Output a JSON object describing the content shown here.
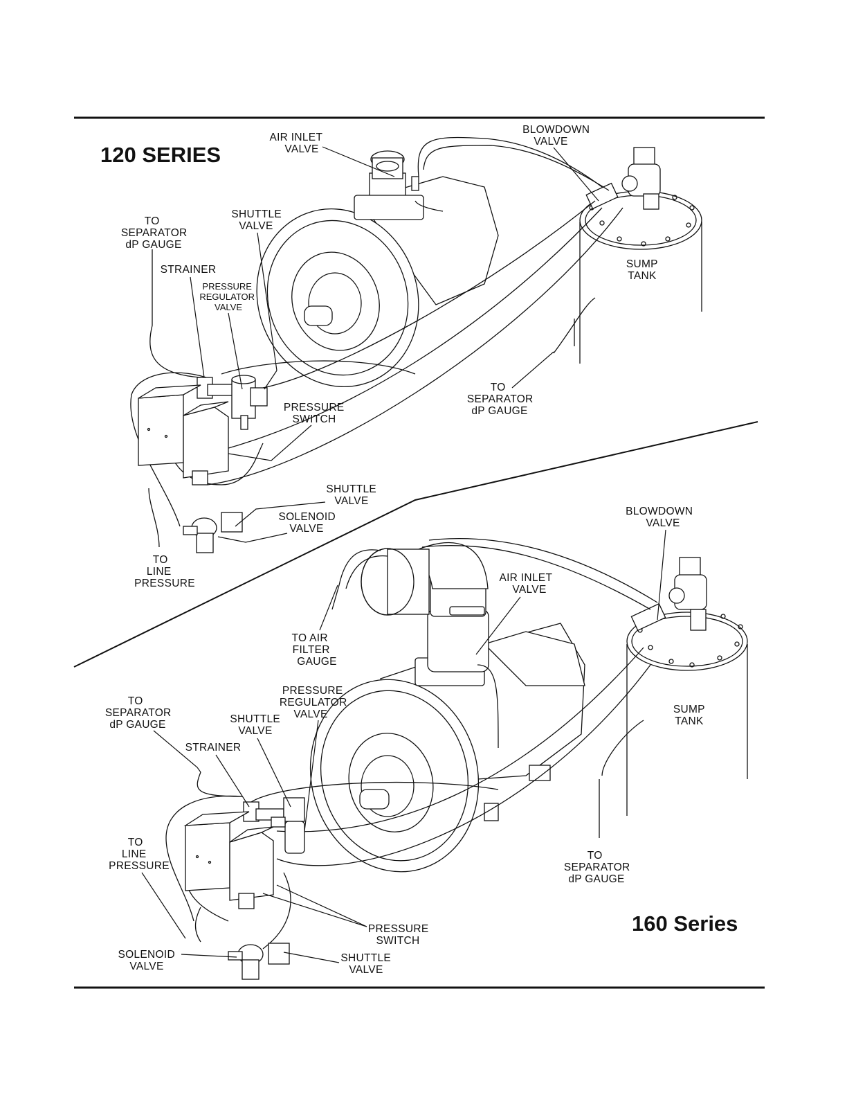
{
  "top_diagram": {
    "title": "120 SERIES",
    "labels": {
      "air_inlet": [
        "AIR INLET",
        "VALVE"
      ],
      "blowdown": [
        "BLOWDOWN",
        "VALVE"
      ],
      "to_sep_left": [
        "TO",
        "SEPARATOR",
        "dP GAUGE"
      ],
      "shuttle_upper": [
        "SHUTTLE",
        "VALVE"
      ],
      "strainer": [
        "STRAINER"
      ],
      "pressure_regulator": [
        "PRESSURE",
        "REGULATOR",
        "VALVE"
      ],
      "sump_tank": [
        "SUMP",
        "TANK"
      ],
      "to_sep_right": [
        "TO",
        "SEPARATOR",
        "dP GAUGE"
      ],
      "pressure_switch": [
        "PRESSURE",
        "SWITCH"
      ],
      "shuttle_lower": [
        "SHUTTLE",
        "VALVE"
      ],
      "solenoid": [
        "SOLENOID",
        "VALVE"
      ],
      "to_line_pressure": [
        "TO",
        "LINE",
        "PRESSURE"
      ]
    }
  },
  "bottom_diagram": {
    "title": "160 Series",
    "labels": {
      "blowdown": [
        "BLOWDOWN",
        "VALVE"
      ],
      "air_inlet": [
        "AIR INLET",
        "VALVE"
      ],
      "to_air_filter": [
        "TO AIR",
        "FILTER",
        "GAUGE"
      ],
      "sump_tank": [
        "SUMP",
        "TANK"
      ],
      "to_sep_left": [
        "TO",
        "SEPARATOR",
        "dP GAUGE"
      ],
      "pressure_regulator": [
        "PRESSURE",
        "REGULATOR",
        "VALVE"
      ],
      "shuttle_upper": [
        "SHUTTLE",
        "VALVE"
      ],
      "strainer": [
        "STRAINER"
      ],
      "to_line_pressure": [
        "TO",
        "LINE",
        "PRESSURE"
      ],
      "to_sep_right": [
        "TO",
        "SEPARATOR",
        "dP GAUGE"
      ],
      "pressure_switch": [
        "PRESSURE",
        "SWITCH"
      ],
      "solenoid": [
        "SOLENOID",
        "VALVE"
      ],
      "shuttle_lower": [
        "SHUTTLE",
        "VALVE"
      ]
    }
  }
}
